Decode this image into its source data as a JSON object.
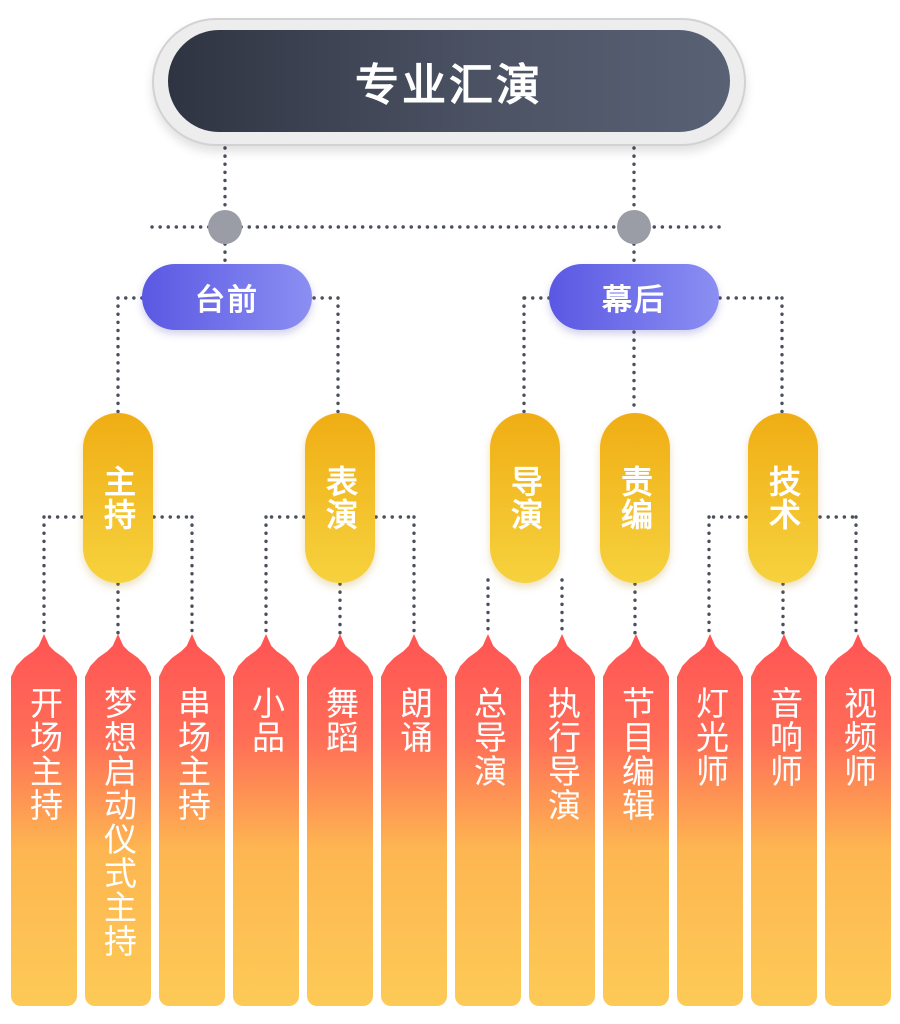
{
  "root": {
    "label": "专业汇演"
  },
  "groups": [
    {
      "label": "台前",
      "subs": [
        {
          "label": "主持",
          "leaves": [
            "开场主持",
            "梦想启动仪式主持",
            "串场主持"
          ]
        },
        {
          "label": "表演",
          "leaves": [
            "小品",
            "舞蹈",
            "朗诵"
          ]
        }
      ]
    },
    {
      "label": "幕后",
      "subs": [
        {
          "label": "导演",
          "leaves": [
            "总导演",
            "执行导演"
          ]
        },
        {
          "label": "责编",
          "leaves": [
            "节目编辑"
          ]
        },
        {
          "label": "技术",
          "leaves": [
            "灯光师",
            "音响师",
            "视频师"
          ]
        }
      ]
    }
  ],
  "colors": {
    "root": "#3a3f4d",
    "hub": "#9b9da6",
    "level1": "#6b6ce8",
    "level2": "#f3bb22",
    "leaf_top": "#ff5454",
    "leaf_bottom": "#fdca56",
    "connector": "#4a4f5c"
  }
}
